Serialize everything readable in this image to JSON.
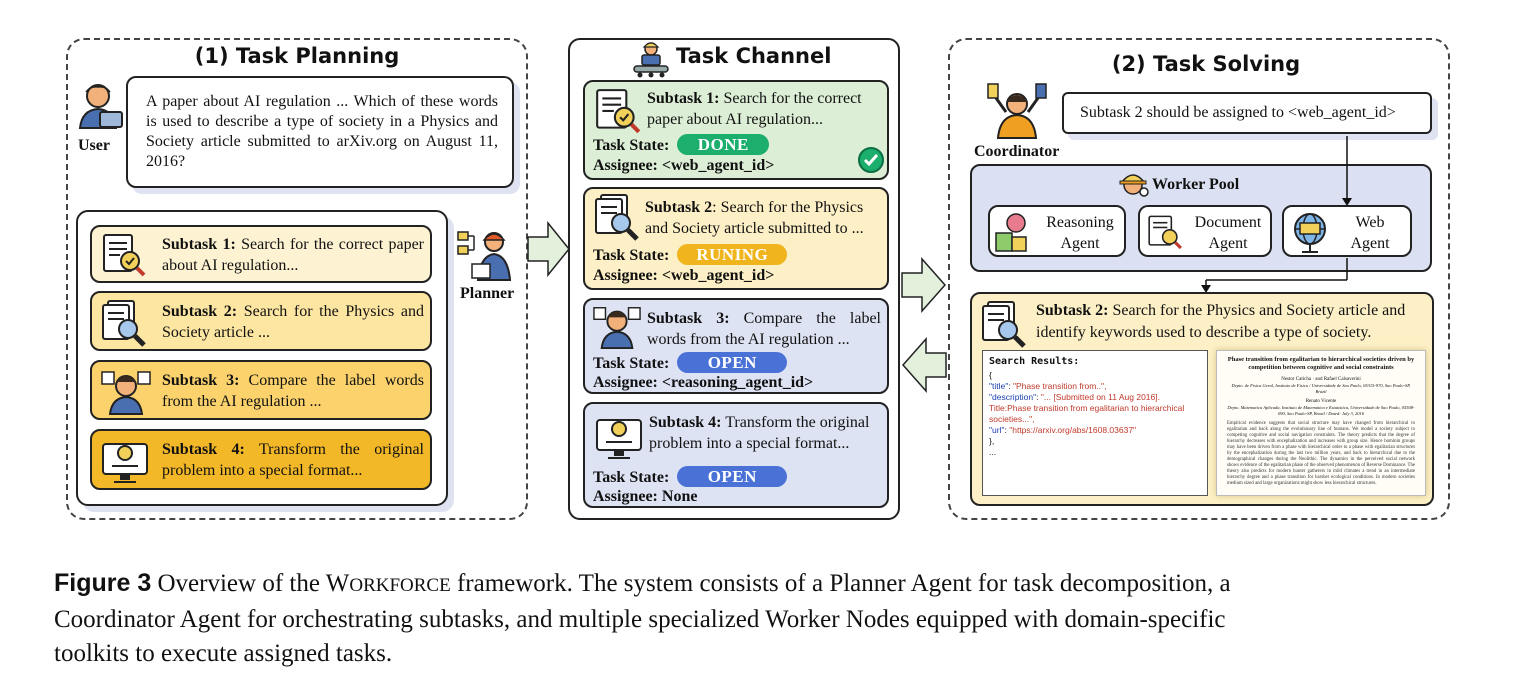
{
  "planning": {
    "title": "(1) Task Planning",
    "user_label": "User",
    "planner_label": "Planner",
    "question": "A paper about AI regulation ... Which of these words is used to describe a type of society in a Physics and Society article submitted to arXiv.org on August 11, 2016?",
    "subtasks": [
      {
        "label": "Subtask 1:",
        "text": " Search for the correct paper about AI regulation...",
        "color": "#fdf3d3"
      },
      {
        "label": "Subtask 2:",
        "text": " Search for the Physics and Society article ...",
        "color": "#fde6a1"
      },
      {
        "label": "Subtask 3:",
        "text": " Compare the label words from the AI regulation ...",
        "color": "#fcd26c"
      },
      {
        "label": "Subtask 4:",
        "text": " Transform the original problem into a special format...",
        "color": "#f3b828"
      }
    ]
  },
  "channel": {
    "title": "Task Channel",
    "cards": [
      {
        "label": "Subtask 1:",
        "text": " Search for the correct paper about AI regulation...",
        "state_label": "Task State:",
        "state": "DONE",
        "state_color": "#1cae6d",
        "assignee": "Assignee: <web_agent_id>",
        "bg": "#dcefd6"
      },
      {
        "label": "Subtask 2",
        "text": ": Search for the Physics and Society article submitted to ...",
        "state_label": "Task State:",
        "state": "RUNING",
        "state_color": "#f0b41d",
        "assignee": "Assignee: <web_agent_id>",
        "bg": "#fdf0c6"
      },
      {
        "label": "Subtask 3:",
        "text": " Compare the label words from the AI regulation ...",
        "state_label": "Task State:",
        "state": "OPEN",
        "state_color": "#4a72d6",
        "assignee": "Assignee: <reasoning_agent_id>",
        "bg": "#dde3f3"
      },
      {
        "label": "Subtask 4:",
        "text": " Transform the original problem into a special format...",
        "state_label": "Task State:",
        "state": "OPEN",
        "state_color": "#4a72d6",
        "assignee": "Assignee: None",
        "bg": "#dde3f3"
      }
    ]
  },
  "solving": {
    "title": "(2) Task Solving",
    "coordinator_label": "Coordinator",
    "assignment": "Subtask 2 should be assigned to <web_agent_id>",
    "worker_pool_label": "Worker Pool",
    "agents": [
      {
        "line1": "Reasoning",
        "line2": "Agent"
      },
      {
        "line1": "Document",
        "line2": "Agent"
      },
      {
        "line1": "Web",
        "line2": "Agent"
      }
    ],
    "result_label": "Subtask 2:",
    "result_text": " Search for the Physics and Society article and identify keywords used to describe a type of society.",
    "search": {
      "header": "Search Results:",
      "open": "{",
      "title_key": "\"title\"",
      "title_val": "\"Phase transition from..\",",
      "desc_key": "\"description\"",
      "desc_val": "\"... [Submitted on 11 Aug 2016]. Title:Phase transition from egalitarian to hierarchical societies...\",",
      "url_key": "\"url\"",
      "url_val": "\"https://arxiv.org/abs/1608.03637\"",
      "close": "},",
      "ellipsis": "..."
    },
    "paper": {
      "title": "Phase transition from egalitarian to hierarchical societies driven by competition between cognitive and social constraints",
      "authors": "Nestor Caticha · and Rafael Calsaverini",
      "affil": "Depto. de Fisica Geral, Instituto de Fisica / Universidade de Sao Paulo, 05315-970, Sao Paulo-SP, Brazil",
      "resumo": "Renato Vicente",
      "affil2": "Depto. Matematica Aplicada, Instituto de Matematica e Estatistica, Universidade de Sao Paulo, 05508-090, Sao Paulo-SP, Brazil / Dated: July 3, 2016",
      "abstract": "Empirical evidence suggests that social structure may have changed from hierarchical to egalitarian and back along the evolutionary line of humans. We model a society subject to competing cognitive and social navigation constraints. The theory predicts that the degree of hierarchy decreases with encephalization and increases with group size. Hence hominin groups may have been driven from a phase with hierarchical order to a phase with egalitarian structures by the encephalization during the last two million years, and back to hierarchical due to the demographical changes during the Neolithic. The dynamics in the perceived social network shows evidence of the egalitarian phase of the observed phenomenon of Reverse Dominance. The theory also predicts for modern hunter gatherers in mild climates a trend in an intermediate hierarchy degree and a phase transition for harsher ecological conditions. In modern societies medium sized and large organizations might show less hierarchical structures."
    }
  },
  "caption": {
    "label": "Figure 3",
    "text1": "  Overview of the W",
    "smallcaps": "ORKFORCE",
    "text2": " framework. The system consists of a Planner Agent for task decomposition, a",
    "line2": "Coordinator Agent for orchestrating subtasks, and multiple specialized Worker Nodes equipped with domain-specific",
    "line3": "toolkits to execute assigned tasks."
  }
}
